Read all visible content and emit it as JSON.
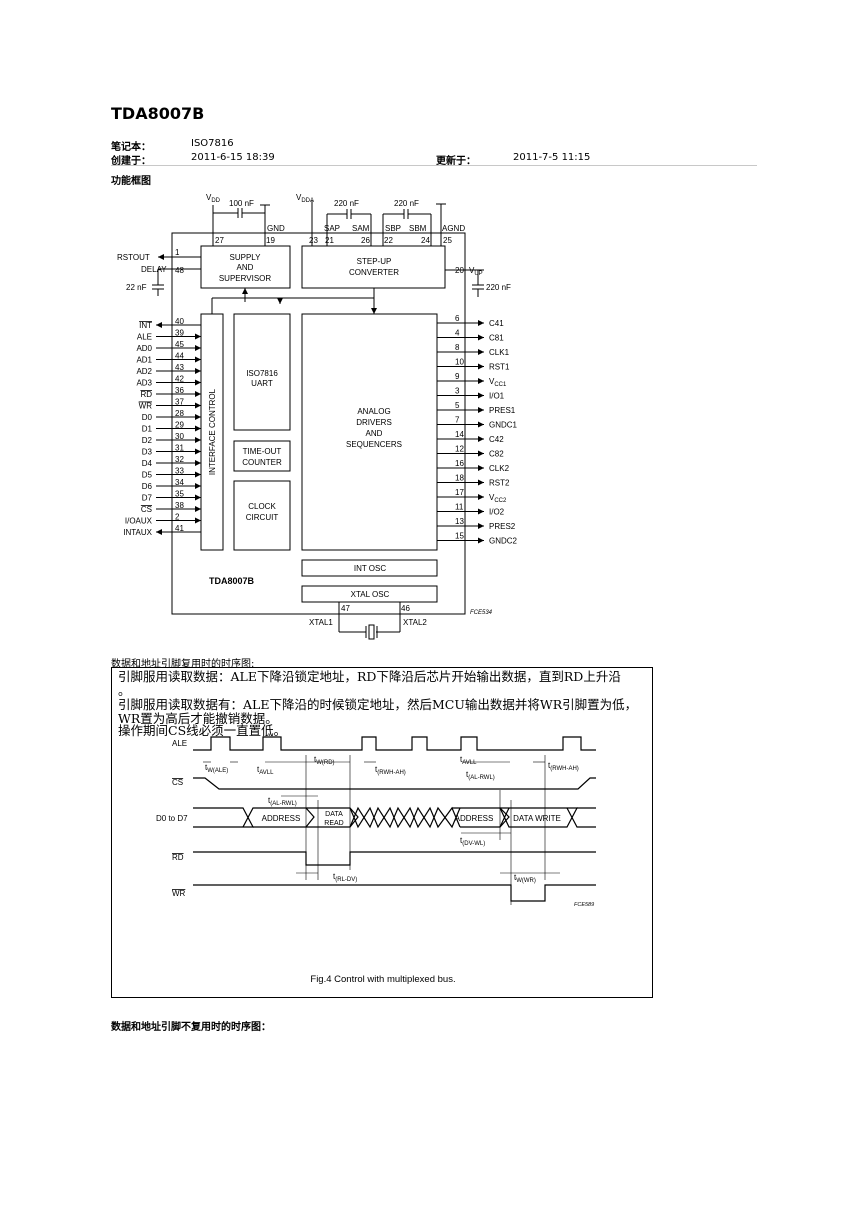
{
  "doc": {
    "title": "TDA8007B",
    "meta": {
      "notebook_label": "笔记本：",
      "notebook_value": "ISO7816",
      "created_label": "创建于：",
      "created_value": "2011-6-15 18:39",
      "updated_label": "更新于：",
      "updated_value": "2011-7-5 11:15"
    },
    "section1": "功能框图",
    "section2": "数据和地址引脚复用时的时序图:",
    "section3": "数据和地址引脚不复用时的时序图："
  },
  "block": {
    "vdd": "V",
    "vdd_sub": "DD",
    "cap_100": "100 nF",
    "vdda": "V",
    "vdda_sub": "DDA",
    "cap_220a": "220 nF",
    "cap_220b": "220 nF",
    "gnd": "GND",
    "sap": "SAP",
    "sam": "SAM",
    "sbp": "SBP",
    "sbm": "SBM",
    "agnd": "AGND",
    "pin27": "27",
    "pin19": "19",
    "pin23": "23",
    "pin21": "21",
    "pin26": "26",
    "pin22": "22",
    "pin24": "24",
    "pin25": "25",
    "rstout": "RSTOUT",
    "delay": "DELAY",
    "pin1": "1",
    "pin48": "48",
    "cap_22": "22 nF",
    "supply1": "SUPPLY",
    "supply2": "AND",
    "supply3": "SUPERVISOR",
    "stepup1": "STEP-UP",
    "stepup2": "CONVERTER",
    "pin20": "20",
    "vup": "V",
    "vup_sub": "UP",
    "cap_220c": "220 nF",
    "uart1": "ISO7816",
    "uart2": "UART",
    "timeout1": "TIME-OUT",
    "timeout2": "COUNTER",
    "clock1": "CLOCK",
    "clock2": "CIRCUIT",
    "analog1": "ANALOG",
    "analog2": "DRIVERS",
    "analog3": "AND",
    "analog4": "SEQUENCERS",
    "iface": "INTERFACE CONTROL",
    "int_osc": "INT OSC",
    "xtal_osc": "XTAL OSC",
    "chip": "TDA8007B",
    "xtal1": "XTAL1",
    "xtal2": "XTAL2",
    "pin47": "47",
    "pin46": "46",
    "fce": "FCE534",
    "left_labels": [
      "INT",
      "ALE",
      "AD0",
      "AD1",
      "AD2",
      "AD3",
      "RD",
      "WR",
      "D0",
      "D1",
      "D2",
      "D3",
      "D4",
      "D5",
      "D6",
      "D7",
      "CS",
      "I/OAUX",
      "INTAUX"
    ],
    "left_pins": [
      "40",
      "39",
      "45",
      "44",
      "43",
      "42",
      "36",
      "37",
      "28",
      "29",
      "30",
      "31",
      "32",
      "33",
      "34",
      "35",
      "38",
      "2",
      "41"
    ],
    "right_labels": [
      "C41",
      "C81",
      "CLK1",
      "RST1",
      "V",
      "I/O1",
      "PRES1",
      "GNDC1",
      "C42",
      "C82",
      "CLK2",
      "RST2",
      "V",
      "I/O2",
      "PRES2",
      "GNDC2"
    ],
    "right_subs": [
      "",
      "",
      "",
      "",
      "CC1",
      "",
      "",
      "",
      "",
      "",
      "",
      "",
      "CC2",
      "",
      "",
      ""
    ],
    "right_pins": [
      "6",
      "4",
      "8",
      "10",
      "9",
      "3",
      "5",
      "7",
      "14",
      "12",
      "16",
      "18",
      "17",
      "11",
      "13",
      "15"
    ]
  },
  "timing": {
    "note1": "引脚服用读取数据：ALE下降沿锁定地址，RD下降沿后芯片开始输出数据，直到RD上升沿",
    "note2": "。",
    "note3": "引脚服用读取数据有：ALE下降沿的时候锁定地址，然后MCU输出数据并将WR引脚置为低，",
    "note4": "WR置为高后才能撤销数据。",
    "note5": "操作期间CS线必须一直置低。",
    "ale": "ALE",
    "cs": "CS",
    "d0d7": "D0 to D7",
    "rd": "RD",
    "wr": "WR",
    "t_w_ale": "t",
    "t_w_ale_sub": "W(ALE)",
    "t_avll": "t",
    "t_avll_sub": "AVLL",
    "t_w_rd": "t",
    "t_w_rd_sub": "W(RD)",
    "t_rwh": "t",
    "t_rwh_sub": "(RWH-AH)",
    "t_avll2": "t",
    "t_avll2_sub": "AVLL",
    "t_alrwl2": "t",
    "t_alrwl2_sub": "(AL-RWL)",
    "t_rwh2": "t",
    "t_rwh2_sub": "(RWH-AH)",
    "t_alrwl": "t",
    "t_alrwl_sub": "(AL-RWL)",
    "address": "ADDRESS",
    "data_read1": "DATA",
    "data_read2": "READ",
    "address2": "ADDRESS",
    "data_write": "DATA WRITE",
    "t_dvwl": "t",
    "t_dvwl_sub": "(DV-WL)",
    "t_rldv": "t",
    "t_rldv_sub": "(RL-DV)",
    "t_wwr": "t",
    "t_wwr_sub": "W(WR)",
    "fce": "FCE589",
    "caption": "Fig.4  Control with multiplexed bus."
  }
}
